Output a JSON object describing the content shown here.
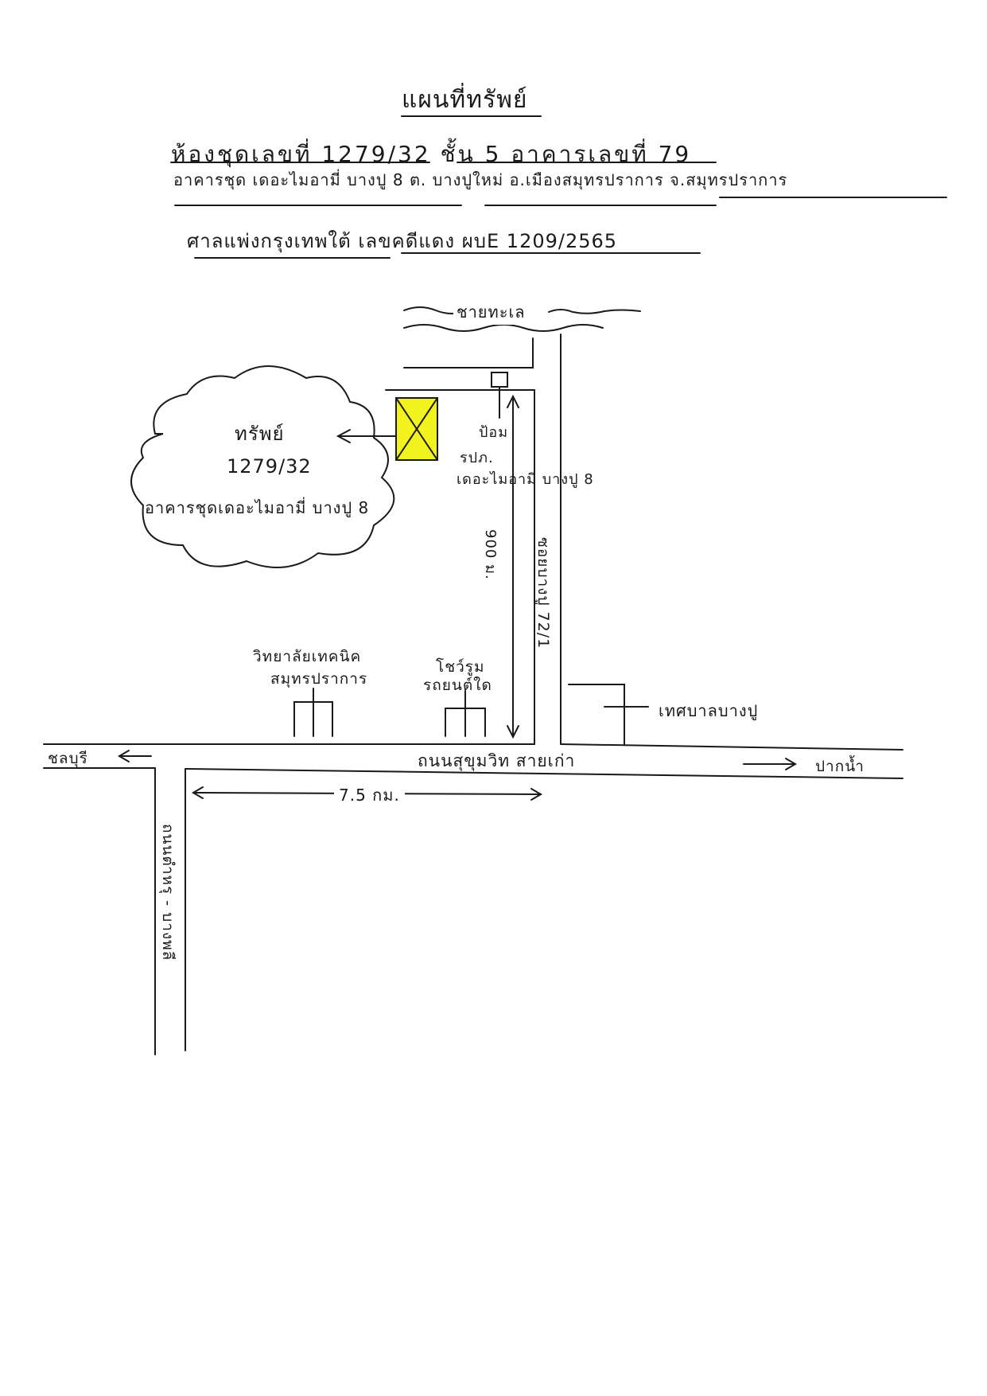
{
  "header": {
    "title": "แผนที่ทรัพย์",
    "line1": "ห้องชุดเลขที่ 1279/32  ชั้น 5  อาคารเลขที่ 79",
    "line2": "อาคารชุด เดอะไมอามี่ บางปู 8  ต. บางปูใหม่  อ.เมืองสมุทรปราการ  จ.สมุทรปราการ",
    "line3": "ศาลแพ่งกรุงเทพใต้  เลขคดีแดง ผบE 1209/2565"
  },
  "map": {
    "sea_label": "ชายทะเล",
    "property": {
      "label": "ทรัพย์",
      "unit": "1279/32",
      "building": "อาคารชุดเดอะไมอามี่ บางปู 8"
    },
    "guard_post": {
      "line1": "ป้อม",
      "line2": "รปภ.",
      "line3": "เดอะไมอามี่ บางปู 8"
    },
    "distance_to_property": "900 ม.",
    "soi_label": "ซอยบางปู 72/1",
    "college": {
      "line1": "วิทยาลัยเทคนิค",
      "line2": "สมุทรปราการ"
    },
    "showroom": {
      "line1": "โชว์รูม",
      "line2": "รถยนต์ใด"
    },
    "municipality": "เทศบาลบางปู",
    "main_road": "ถนนสุขุมวิท สายเก่า",
    "to_left": "ชลบุรี",
    "to_right": "ปากน้ำ",
    "distance_main": "7.5 กม.",
    "side_road": "ถนนตำหรุ - บางพลี",
    "property_color": "#f2f21e"
  }
}
